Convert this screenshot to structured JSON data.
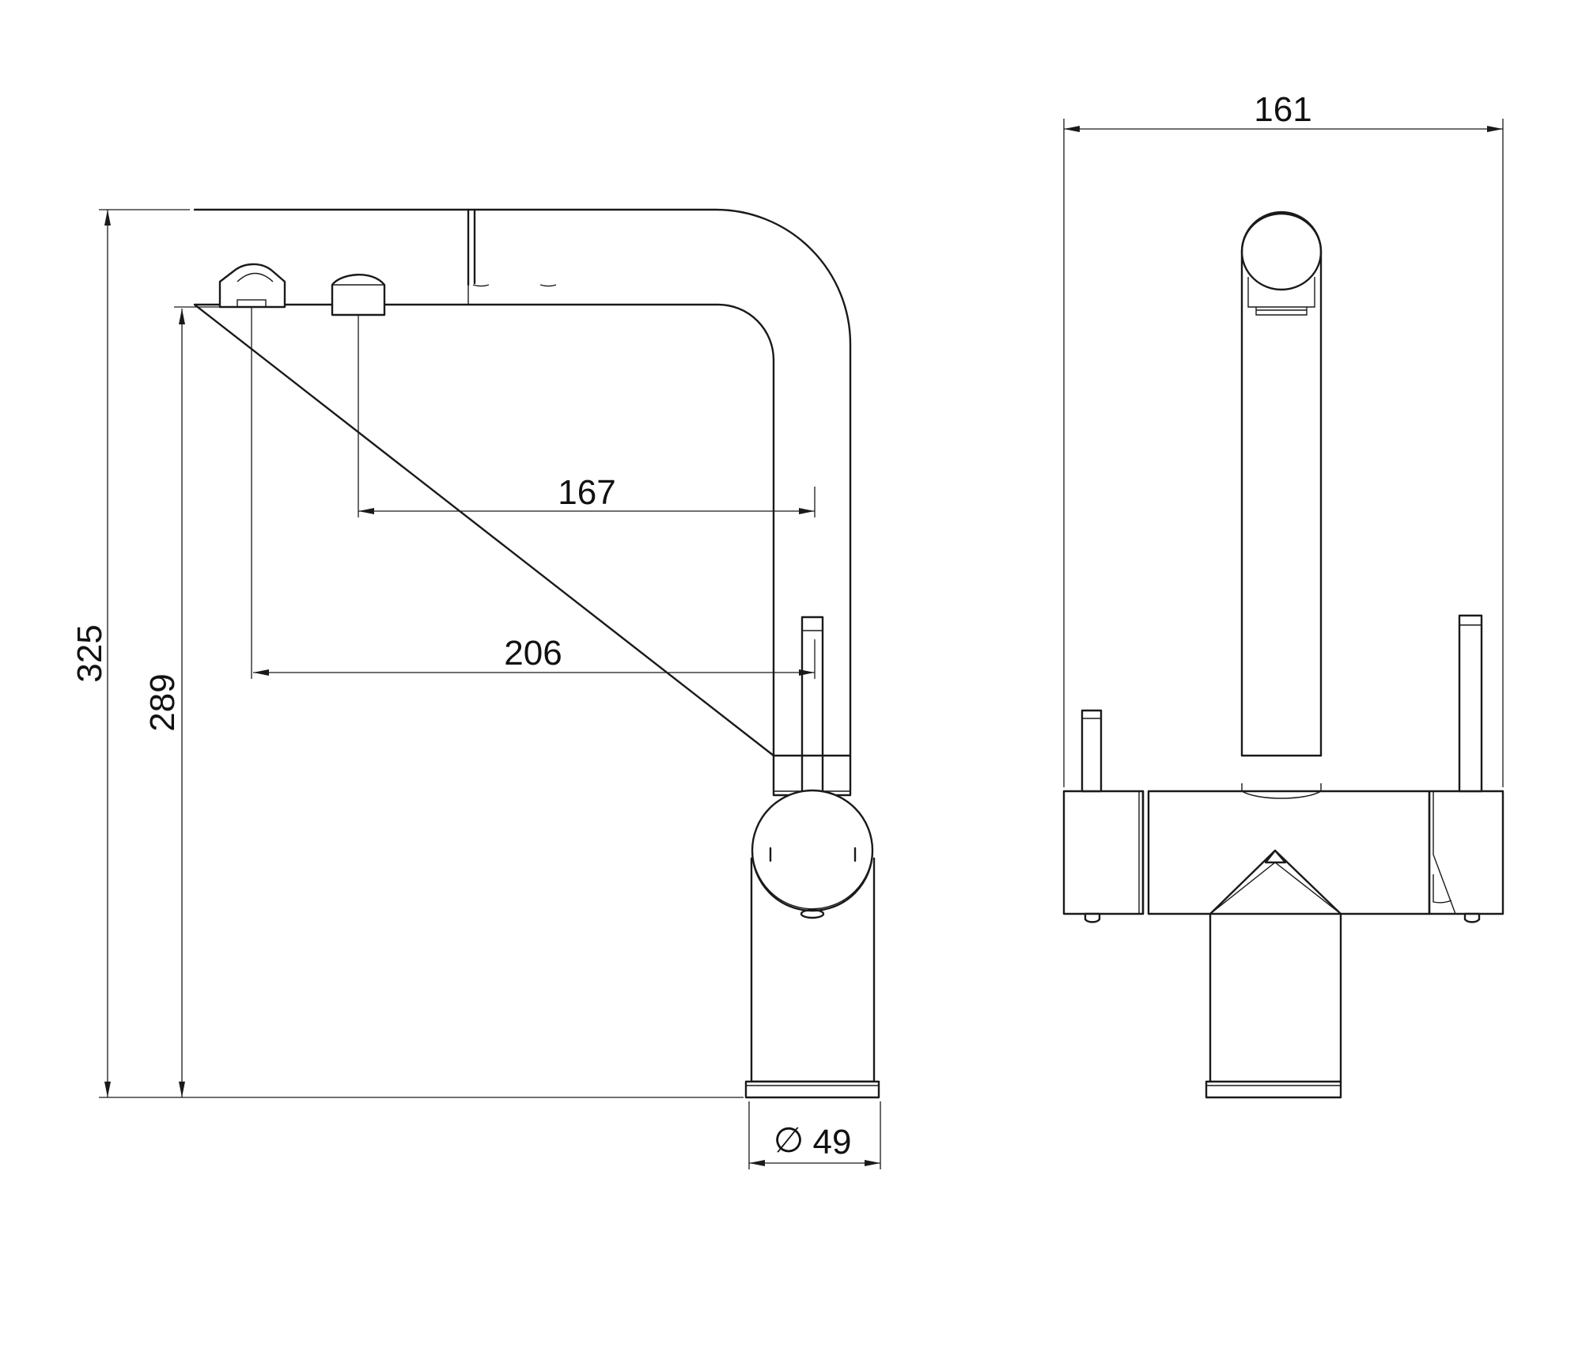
{
  "dimensions": {
    "overall_height": "325",
    "outlet_height": "289",
    "reach_filtered": "167",
    "reach_main": "206",
    "base_diameter_symbol": "∅",
    "base_diameter": "49",
    "overall_width": "161"
  },
  "colors": {
    "line": "#1a1a1a",
    "background": "#ffffff"
  }
}
